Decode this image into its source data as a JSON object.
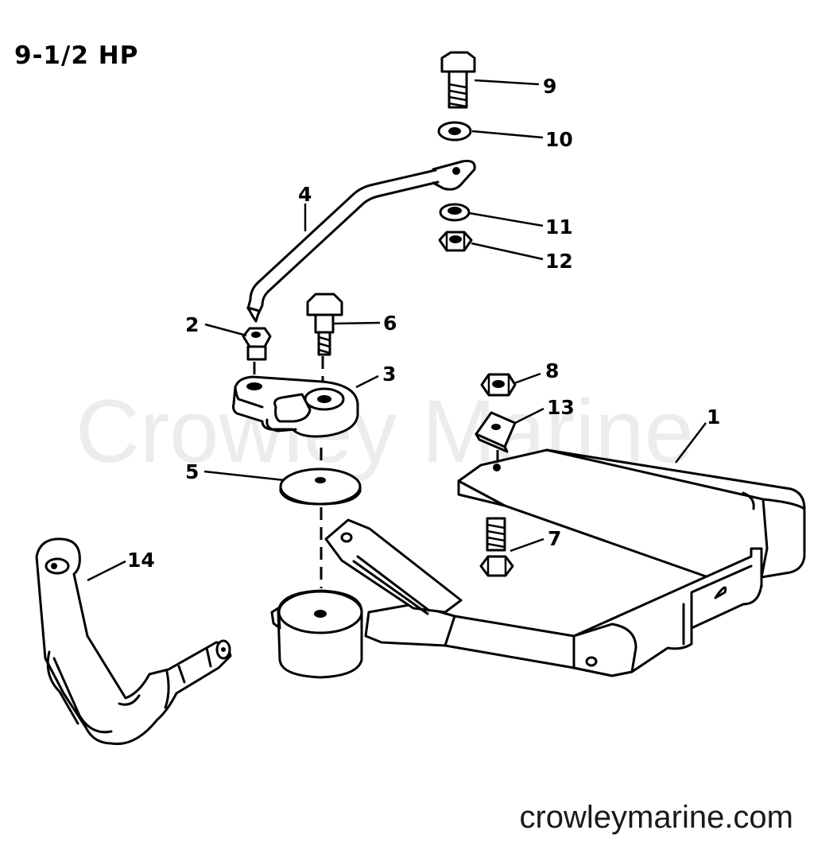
{
  "diagram": {
    "title": "9-1/2 HP",
    "watermark": "Crowley Marine",
    "website": "crowleymarine.com",
    "callouts": [
      {
        "id": "callout-1",
        "label": "1"
      },
      {
        "id": "callout-2",
        "label": "2"
      },
      {
        "id": "callout-3",
        "label": "3"
      },
      {
        "id": "callout-4",
        "label": "4"
      },
      {
        "id": "callout-5",
        "label": "5"
      },
      {
        "id": "callout-6",
        "label": "6"
      },
      {
        "id": "callout-7",
        "label": "7"
      },
      {
        "id": "callout-8",
        "label": "8"
      },
      {
        "id": "callout-9",
        "label": "9"
      },
      {
        "id": "callout-10",
        "label": "10"
      },
      {
        "id": "callout-11",
        "label": "11"
      },
      {
        "id": "callout-12",
        "label": "12"
      },
      {
        "id": "callout-13",
        "label": "13"
      },
      {
        "id": "callout-14",
        "label": "14"
      }
    ]
  }
}
